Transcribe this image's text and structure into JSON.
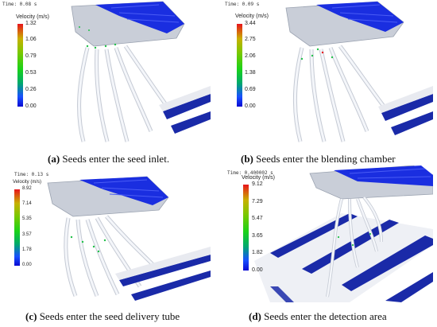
{
  "panels": [
    {
      "id": "a",
      "time_label": "Time: 0.08 s",
      "colorbar_title": "Velocity (m/s)",
      "ticks": [
        "1.32",
        "1.06",
        "0.79",
        "0.53",
        "0.26",
        "0.00"
      ],
      "caption_letter": "(a)",
      "caption_text": " Seeds enter the seed inlet."
    },
    {
      "id": "b",
      "time_label": "Time: 0.09 s",
      "colorbar_title": "Velocity (m/s)",
      "ticks": [
        "3.44",
        "2.75",
        "2.06",
        "1.38",
        "0.69",
        "0.00"
      ],
      "caption_letter": "(b)",
      "caption_text": " Seeds enter the blending chamber"
    },
    {
      "id": "c",
      "time_label": "Time: 0.13 s",
      "colorbar_title": "Velocity (m/s)",
      "ticks": [
        "8.92",
        "7.14",
        "5.35",
        "3.57",
        "1.78",
        "0.00"
      ],
      "caption_letter": "(c)",
      "caption_text": " Seeds enter the seed delivery tube"
    },
    {
      "id": "d",
      "time_label": "Time: 0.400002 s",
      "colorbar_title": "Velocity (m/s)",
      "ticks": [
        "9.12",
        "7.29",
        "5.47",
        "3.65",
        "1.82",
        "0.00"
      ],
      "caption_letter": "(d)",
      "caption_text": " Seeds enter the detection area"
    }
  ],
  "colors": {
    "hopper_blue": "#1a2ee0",
    "tube_white": "#f4f6fa",
    "belt_blue": "#1a2aa8"
  }
}
